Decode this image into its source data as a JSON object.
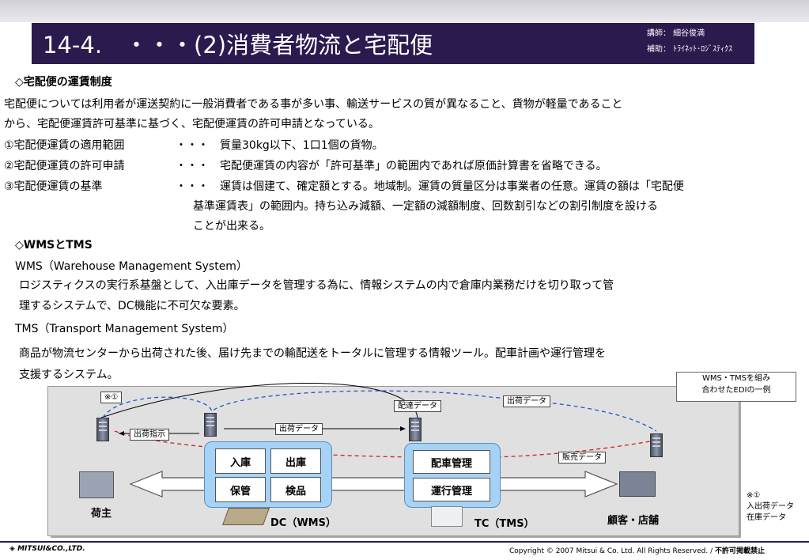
{
  "header": {
    "title": "14-4.　・・・(2)消費者物流と宅配便",
    "lecturer": "講師： 細谷俊満",
    "assistant": "補助： ﾄﾗｲﾈｯﾄ･ﾛｼﾞｽﾃｨｸｽ"
  },
  "section1": {
    "heading": "◇宅配便の運賃制度",
    "intro_line1": "宅配便については利用者が運送契約に一般消費者である事が多い事、輸送サービスの質が異なること、貨物が軽量であること",
    "intro_line2": "から、宅配便運賃許可基準に基づく、宅配便運賃の許可申請となっている。",
    "item1_label": "①宅配便運賃の適用範囲",
    "item1_text": "・・・　質量30kg以下、1口1個の貨物。",
    "item2_label": "②宅配便運賃の許可申請",
    "item2_text": "・・・　宅配便運賃の内容が「許可基準」の範囲内であれば原価計算書を省略できる。",
    "item3_label": "③宅配便運賃の基準",
    "item3_text1": "・・・　運賃は個建て、確定額とする。地域制。運賃の質量区分は事業者の任意。運賃の額は「宅配便",
    "item3_text2": "基準運賃表」の範囲内。持ち込み減額、一定額の減額制度、回数割引などの割引制度を設ける",
    "item3_text3": "ことが出来る。"
  },
  "section2": {
    "heading": "◇WMSとTMS",
    "wms_title": "WMS（Warehouse Management System）",
    "wms_line1": "ロジスティクスの実行系基盤として、入出庫データを管理する為に、情報システムの内で倉庫内業務だけを切り取って管",
    "wms_line2": "理するシステムで、DC機能に不可欠な要素。",
    "tms_title": "TMS（Transport Management System）",
    "tms_line1": "商品が物流センターから出荷された後、届け先までの輸配送をトータルに管理する情報ツール。配車計画や運行管理を",
    "tms_line2": "支援するシステム。"
  },
  "diagram": {
    "caption_line1": "WMS・TMSを組み",
    "caption_line2": "合わせたEDIの一例",
    "note_mark": "※①",
    "tags": {
      "note": "※①",
      "ship_instruction": "出荷指示",
      "ship_data1": "出荷データ",
      "delivery_data": "配達データ",
      "ship_data2": "出荷データ",
      "sales_data": "販売データ"
    },
    "dc_boxes": [
      "入庫",
      "出庫",
      "保管",
      "検品"
    ],
    "tc_boxes": [
      "配車管理",
      "運行管理"
    ],
    "shipper": "荷主",
    "dc_label": "DC（WMS）",
    "tc_label": "TC（TMS）",
    "customer": "顧客・店舗",
    "side_note1": "※①",
    "side_note2": "入出荷データ",
    "side_note3": "在庫データ"
  },
  "footer": {
    "logo": "MITSUI&CO.,LTD.",
    "copyright": "Copyright © 2007 Mitsui & Co. Ltd. All Rights Reserved. / ",
    "notice": "不許可掲載禁止"
  }
}
